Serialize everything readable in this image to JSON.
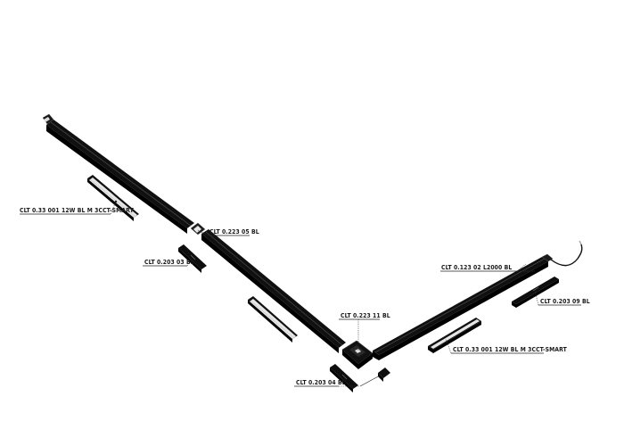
{
  "labels": {
    "top_left_lamp": "CLT 0.33 001 12W BL M 3CCT-SMART",
    "straight_connector": "CLT 0.223 05 BL",
    "left_end_cap": "CLT 0.203 03 BL",
    "corner_connector": "CLT 0.223 11 BL",
    "bottom_end_cap": "CLT 0.203 04 BL",
    "right_track": "CLT 0.123 02 L2000 BL",
    "right_end_cap": "CLT 0.203 09 BL",
    "right_lamp": "CLT 0.33 001 12W BL M 3CCT-SMART"
  },
  "colors": {
    "track": "#0d0d0d",
    "track_edge": "#3a3a3a",
    "diffuser": "#e6e6e6",
    "label": "#1a1a1a"
  },
  "icons": {
    "power_cable": "power-cable-icon"
  }
}
